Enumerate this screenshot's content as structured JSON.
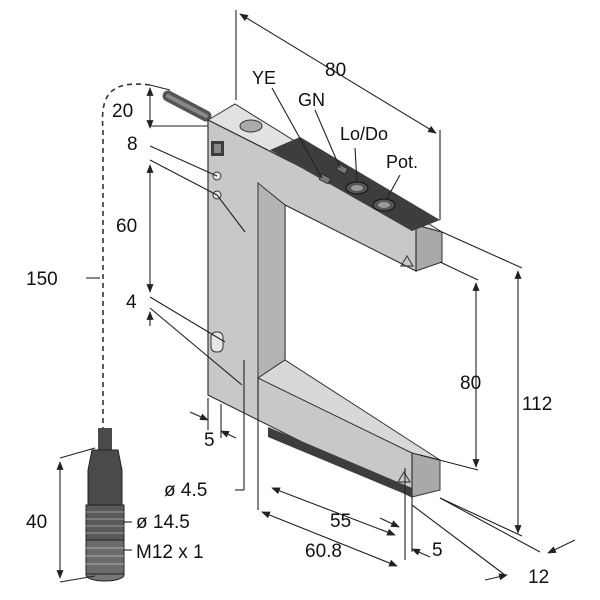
{
  "labels": {
    "ye": "YE",
    "gn": "GN",
    "lo_do": "Lo/Do",
    "pot": "Pot."
  },
  "dimensions": {
    "width_top": "80",
    "cable_offset": "20",
    "hole_offset_top": "8",
    "hole_spacing": "60",
    "cable_length": "150",
    "hole_offset_bottom": "4",
    "edge_distance": "5",
    "hole_diameter": "ø 4.5",
    "slot_depth": "80",
    "total_height": "112",
    "connector_length": "40",
    "connector_diameter": "ø 14.5",
    "thread": "M12 x 1",
    "slot_width": "55",
    "total_width": "60.8",
    "arm_offset": "5",
    "thickness": "12"
  },
  "colors": {
    "housing_front": "#c8c8c8",
    "housing_side": "#a9a9a9",
    "housing_top": "#e2e2e2",
    "panel_dark": "#3d3d3d",
    "connector": "#4a4a4a",
    "accent_marker": "#444444"
  }
}
